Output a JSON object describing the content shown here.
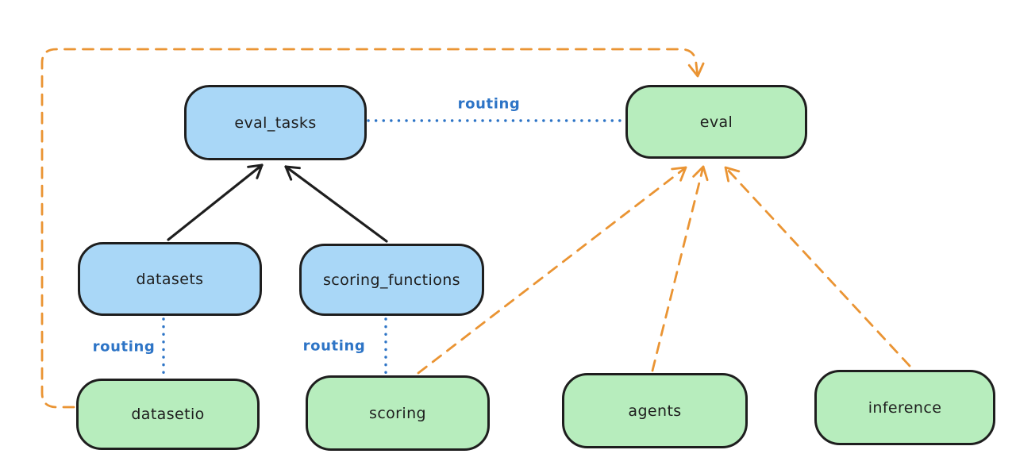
{
  "diagram": {
    "background_color": "#ffffff",
    "colors": {
      "blue_node_fill": "#a9d7f7",
      "green_node_fill": "#b7edbd",
      "node_stroke": "#1e1e1e",
      "orange_edge": "#ea9433",
      "blue_edge": "#2d74c6"
    },
    "nodes": [
      {
        "id": "eval_tasks",
        "label": "eval_tasks",
        "color": "blue"
      },
      {
        "id": "eval",
        "label": "eval",
        "color": "green"
      },
      {
        "id": "datasets",
        "label": "datasets",
        "color": "blue"
      },
      {
        "id": "scoring_functions",
        "label": "scoring_functions",
        "color": "blue"
      },
      {
        "id": "datasetio",
        "label": "datasetio",
        "color": "green"
      },
      {
        "id": "scoring",
        "label": "scoring",
        "color": "green"
      },
      {
        "id": "agents",
        "label": "agents",
        "color": "green"
      },
      {
        "id": "inference",
        "label": "inference",
        "color": "green"
      }
    ],
    "edges": [
      {
        "from": "datasets",
        "to": "eval_tasks",
        "style": "solid",
        "color": "black",
        "arrow": true,
        "label": ""
      },
      {
        "from": "scoring_functions",
        "to": "eval_tasks",
        "style": "solid",
        "color": "black",
        "arrow": true,
        "label": ""
      },
      {
        "from": "eval_tasks",
        "to": "eval",
        "style": "dotted",
        "color": "blue",
        "arrow": false,
        "label": "routing"
      },
      {
        "from": "datasets",
        "to": "datasetio",
        "style": "dotted",
        "color": "blue",
        "arrow": false,
        "label": "routing"
      },
      {
        "from": "scoring_functions",
        "to": "scoring",
        "style": "dotted",
        "color": "blue",
        "arrow": false,
        "label": "routing"
      },
      {
        "from": "scoring",
        "to": "eval",
        "style": "dashed",
        "color": "orange",
        "arrow": true,
        "label": ""
      },
      {
        "from": "agents",
        "to": "eval",
        "style": "dashed",
        "color": "orange",
        "arrow": true,
        "label": ""
      },
      {
        "from": "inference",
        "to": "eval",
        "style": "dashed",
        "color": "orange",
        "arrow": true,
        "label": ""
      },
      {
        "from": "datasetio",
        "to": "eval",
        "style": "dashed",
        "color": "orange",
        "arrow": true,
        "label": ""
      }
    ]
  }
}
